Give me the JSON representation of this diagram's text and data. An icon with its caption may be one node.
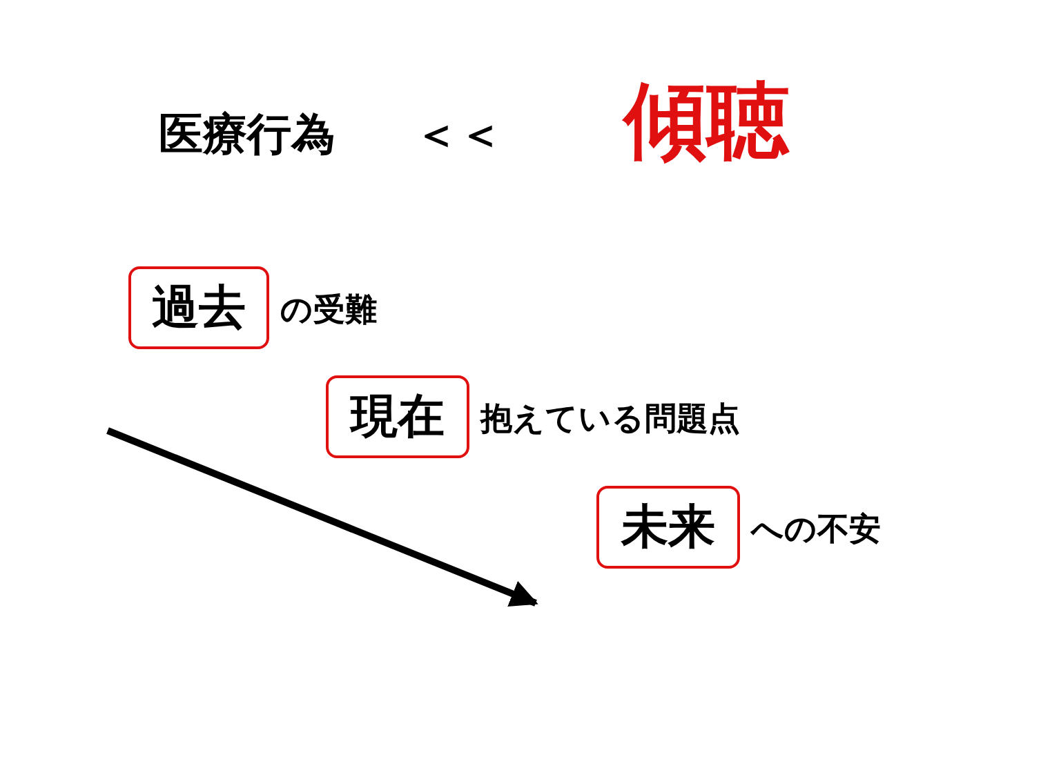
{
  "diagram": {
    "nodes": [
      {
        "text": [
          "過去"
        ],
        "beside": [
          "の受難"
        ]
      },
      {
        "text": [
          "現在"
        ],
        "beside": [
          "抱えている問題点"
        ]
      },
      {
        "text": [
          "未来"
        ],
        "beside": [
          "への不安"
        ]
      }
    ],
    "labels": [
      "医療行為",
      "＜＜",
      "傾聴"
    ]
  }
}
